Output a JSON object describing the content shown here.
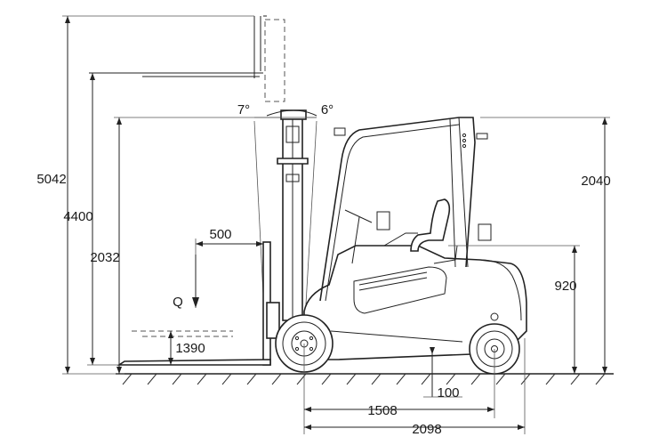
{
  "dimensions": {
    "max_lift_height": "5042",
    "lift_height": "4400",
    "overall_mast_height": "2032",
    "overhead_guard_height": "2040",
    "seat_height": "920",
    "load_center": "500",
    "load_symbol": "Q",
    "fork_height": "1390",
    "ground_clearance": "100",
    "wheelbase": "1508",
    "length_to_fork_face": "2098",
    "tilt_forward": "7°",
    "tilt_backward": "6°"
  }
}
